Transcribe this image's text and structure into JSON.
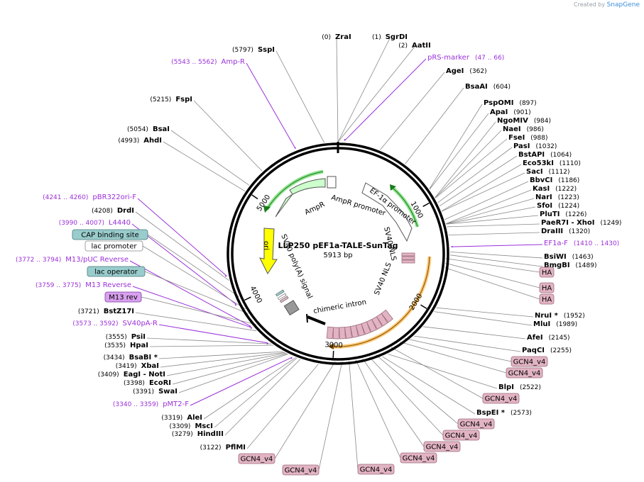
{
  "credit": {
    "prefix": "Created by",
    "brand": "SnapGene"
  },
  "plasmid": {
    "name": "LLP250 pEF1a-TALE-SunTag",
    "length": "5913 bp",
    "total_bp": 5913
  },
  "ticks": [
    "1000",
    "2000",
    "3000",
    "4000",
    "5000"
  ],
  "sites": [
    {
      "name": "ZraI",
      "pos": "(0)",
      "bp": 0
    },
    {
      "name": "SgrDI",
      "pos": "(1)",
      "bp": 1
    },
    {
      "name": "AatII",
      "pos": "(2)",
      "bp": 2
    },
    {
      "name": "AgeI",
      "pos": "(362)",
      "bp": 362
    },
    {
      "name": "BsaAI",
      "pos": "(604)",
      "bp": 604
    },
    {
      "name": "PspOMI",
      "pos": "(897)",
      "bp": 897
    },
    {
      "name": "ApaI",
      "pos": "(901)",
      "bp": 901
    },
    {
      "name": "NgoMIV",
      "pos": "(984)",
      "bp": 984
    },
    {
      "name": "NaeI",
      "pos": "(986)",
      "bp": 986
    },
    {
      "name": "FseI",
      "pos": "(988)",
      "bp": 988
    },
    {
      "name": "PasI",
      "pos": "(1032)",
      "bp": 1032
    },
    {
      "name": "BstAPI",
      "pos": "(1064)",
      "bp": 1064
    },
    {
      "name": "Eco53kI",
      "pos": "(1110)",
      "bp": 1110
    },
    {
      "name": "SacI",
      "pos": "(1112)",
      "bp": 1112
    },
    {
      "name": "BbvCI",
      "pos": "(1186)",
      "bp": 1186
    },
    {
      "name": "KasI",
      "pos": "(1222)",
      "bp": 1222
    },
    {
      "name": "NarI",
      "pos": "(1223)",
      "bp": 1223
    },
    {
      "name": "SfoI",
      "pos": "(1224)",
      "bp": 1224
    },
    {
      "name": "PluTI",
      "pos": "(1226)",
      "bp": 1226
    },
    {
      "name": "PaeR7I - XhoI",
      "pos": "(1249)",
      "bp": 1249
    },
    {
      "name": "DraIII",
      "pos": "(1320)",
      "bp": 1320
    },
    {
      "name": "BsiWI",
      "pos": "(1463)",
      "bp": 1463
    },
    {
      "name": "BmgBI",
      "pos": "(1489)",
      "bp": 1489
    },
    {
      "name": "NruI *",
      "pos": "(1952)",
      "bp": 1952
    },
    {
      "name": "MluI",
      "pos": "(1989)",
      "bp": 1989
    },
    {
      "name": "AfeI",
      "pos": "(2145)",
      "bp": 2145
    },
    {
      "name": "PaqCI",
      "pos": "(2255)",
      "bp": 2255
    },
    {
      "name": "BlpI",
      "pos": "(2522)",
      "bp": 2522
    },
    {
      "name": "BspEI *",
      "pos": "(2573)",
      "bp": 2573
    },
    {
      "name": "PflMI",
      "pos": "(3122)",
      "bp": 3122
    },
    {
      "name": "HindIII",
      "pos": "(3279)",
      "bp": 3279
    },
    {
      "name": "MscI",
      "pos": "(3309)",
      "bp": 3309
    },
    {
      "name": "AleI",
      "pos": "(3319)",
      "bp": 3319
    },
    {
      "name": "SwaI",
      "pos": "(3391)",
      "bp": 3391
    },
    {
      "name": "EcoRI",
      "pos": "(3398)",
      "bp": 3398
    },
    {
      "name": "EagI - NotI",
      "pos": "(3409)",
      "bp": 3409
    },
    {
      "name": "XbaI",
      "pos": "(3419)",
      "bp": 3419
    },
    {
      "name": "BsaBI *",
      "pos": "(3434)",
      "bp": 3434
    },
    {
      "name": "HpaI",
      "pos": "(3535)",
      "bp": 3535
    },
    {
      "name": "PsiI",
      "pos": "(3555)",
      "bp": 3555
    },
    {
      "name": "BstZ17I",
      "pos": "(3721)",
      "bp": 3721
    },
    {
      "name": "DrdI",
      "pos": "(4208)",
      "bp": 4208
    },
    {
      "name": "AhdI",
      "pos": "(4993)",
      "bp": 4993
    },
    {
      "name": "BsaI",
      "pos": "(5054)",
      "bp": 5054
    },
    {
      "name": "FspI",
      "pos": "(5215)",
      "bp": 5215
    },
    {
      "name": "SspI",
      "pos": "(5797)",
      "bp": 5797
    }
  ],
  "primers": [
    {
      "name": "pRS-marker",
      "pos": "(47 .. 66)",
      "bp": 56
    },
    {
      "name": "EF1a-F",
      "pos": "(1410 .. 1430)",
      "bp": 1420
    },
    {
      "name": "pMT2-F",
      "pos": "(3340 .. 3359)",
      "bp": 3350
    },
    {
      "name": "SV40pA-R",
      "pos": "(3573 .. 3592)",
      "bp": 3582
    },
    {
      "name": "M13 Reverse",
      "pos": "(3759 .. 3775)",
      "bp": 3767
    },
    {
      "name": "M13/pUC Reverse",
      "pos": "(3772 .. 3794)",
      "bp": 3783
    },
    {
      "name": "L4440",
      "pos": "(3990 .. 4007)",
      "bp": 3998
    },
    {
      "name": "pBR322ori-F",
      "pos": "(4241 .. 4260)",
      "bp": 4250
    },
    {
      "name": "Amp-R",
      "pos": "(5543 .. 5562)",
      "bp": 5552
    }
  ],
  "boxes": [
    {
      "name": "HA",
      "style": "tag"
    },
    {
      "name": "HA",
      "style": "tag"
    },
    {
      "name": "HA",
      "style": "tag"
    },
    {
      "name": "GCN4_v4",
      "style": "tag"
    },
    {
      "name": "GCN4_v4",
      "style": "tag"
    },
    {
      "name": "GCN4_v4",
      "style": "tag"
    },
    {
      "name": "GCN4_v4",
      "style": "tag"
    },
    {
      "name": "GCN4_v4",
      "style": "tag"
    },
    {
      "name": "GCN4_v4",
      "style": "tag"
    },
    {
      "name": "GCN4_v4",
      "style": "tag"
    },
    {
      "name": "GCN4_v4",
      "style": "tag"
    },
    {
      "name": "GCN4_v4",
      "style": "tag"
    },
    {
      "name": "GCN4_v4",
      "style": "tag"
    },
    {
      "name": "M13 rev",
      "style": "primer"
    },
    {
      "name": "lac operator",
      "style": "cyan"
    },
    {
      "name": "lac promoter",
      "style": "white"
    },
    {
      "name": "CAP binding site",
      "style": "cyan"
    }
  ],
  "features": {
    "ampr": "AmpR",
    "ampr_promoter": "AmpR promoter",
    "ef1a_promoter": "EF-1α promoter",
    "sv40_nls_a": "SV40 NLS",
    "sv40_nls_b": "SV40 NLS",
    "chimeric_intron": "chimeric intron",
    "sv40_polya": "SV40 poly(A) signal",
    "ori": "ori"
  },
  "colors": {
    "primer": "#9b30d9",
    "ampr_fill": "#ccffcc",
    "ori_fill": "#ffff00",
    "promoter_fill": "#ffffff",
    "tag_fill": "#e2b4c3",
    "tag_stroke": "#9c6b7b",
    "cyan_fill": "#99cccc",
    "orange_arc": "#ff9900",
    "green_arc": "#33cc33"
  }
}
